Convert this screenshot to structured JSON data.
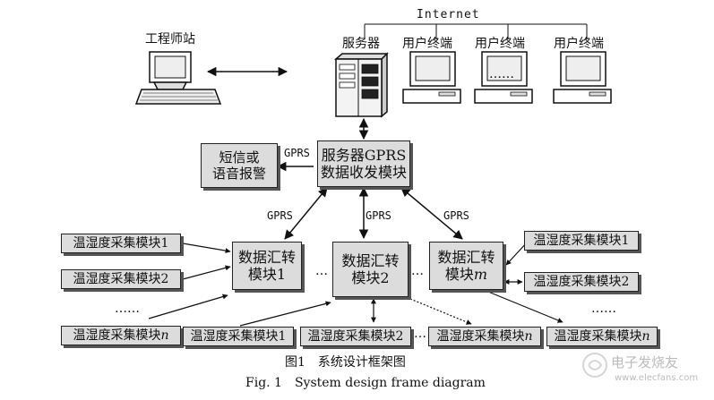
{
  "diagram": {
    "internet_label": "Internet",
    "engineer_station": "工程师站",
    "server": "服务器",
    "user_terminal_1": "用户终端",
    "user_terminal_2": "用户终端",
    "user_terminal_3": "用户终端",
    "terminal_ellipsis": "……",
    "sms_box": {
      "line1": "短信或",
      "line2": "语音报警"
    },
    "gprs_box": {
      "line1": "服务器GPRS",
      "line2": "数据收发模块"
    },
    "gprs_labels": {
      "sms_link": "GPRS",
      "left": "GPRS",
      "center": "GPRS",
      "right": "GPRS"
    },
    "relay_1": {
      "line1": "数据汇转",
      "line2": "模块1"
    },
    "relay_2": {
      "line1": "数据汇转",
      "line2": "模块2"
    },
    "relay_m": {
      "line1": "数据汇转",
      "line2_prefix": "模块",
      "line2_sub": "m"
    },
    "sensors": {
      "left_1": "温湿度采集模块1",
      "left_2": "温湿度采集模块2",
      "left_n_prefix": "温湿度采集模块",
      "left_n_sub": "n",
      "bottom_1": "温湿度采集模块1",
      "bottom_2": "温湿度采集模块2",
      "bottom_n_prefix": "温湿度采集模块",
      "bottom_n_sub": "n",
      "right_1": "温湿度采集模块1",
      "right_2": "温湿度采集模块2",
      "right_n_prefix": "温湿度采集模块",
      "right_n_sub": "n"
    },
    "ellipsis_left": "……",
    "ellipsis_right": "……",
    "ellipsis_mid_1": "…",
    "ellipsis_mid_2": "…",
    "ellipsis_mid_3": "…"
  },
  "caption": {
    "cn": "图1　系统设计框架图",
    "en": "Fig. 1　System design frame diagram"
  },
  "watermark": {
    "text": "电子发烧友",
    "url": "www.elecfans.com"
  }
}
